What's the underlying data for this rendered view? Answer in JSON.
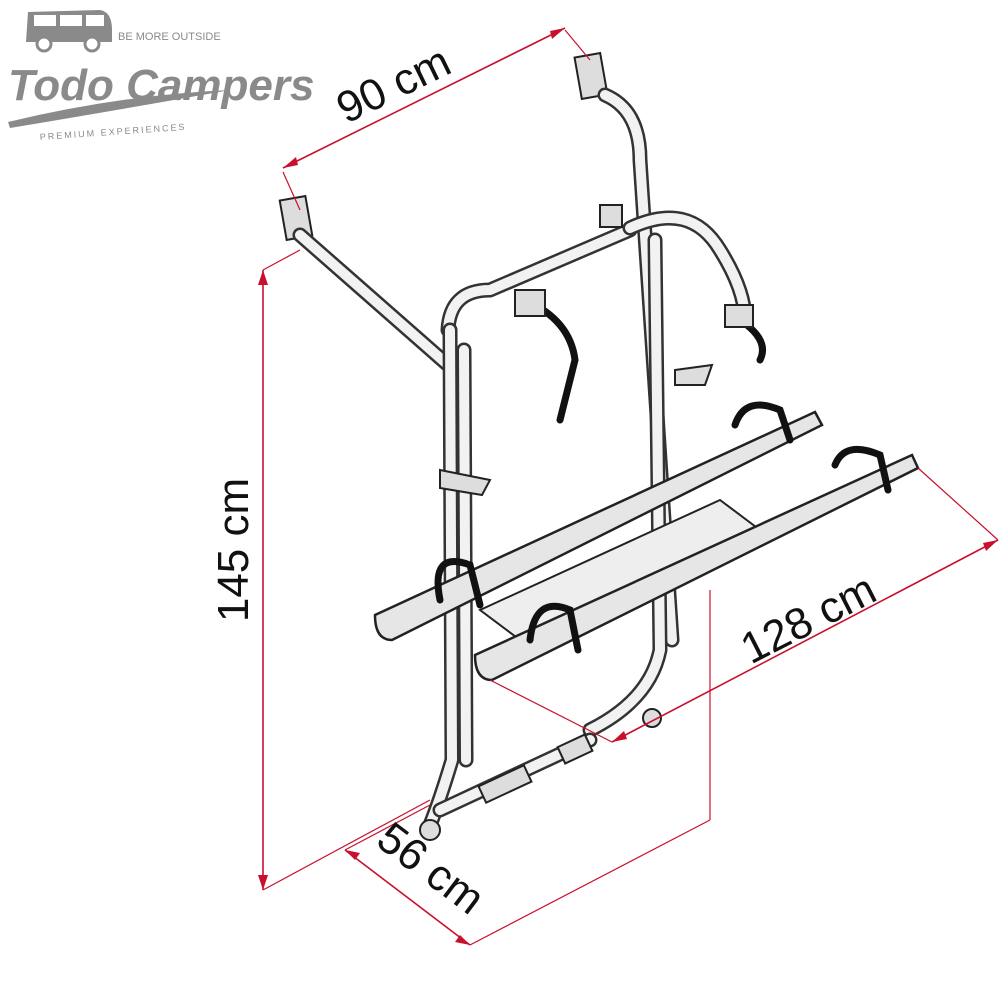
{
  "logo": {
    "brand": "Todo Campers",
    "tagline_top": "BE MORE OUTSIDE",
    "tagline_bottom": "PREMIUM EXPERIENCES"
  },
  "dimensions": {
    "width": "90 cm",
    "height": "145 cm",
    "length": "128 cm",
    "depth": "56 cm"
  },
  "colors": {
    "dimension_line": "#c8102e",
    "outline": "#333333",
    "logo": "#8a8a8a"
  }
}
